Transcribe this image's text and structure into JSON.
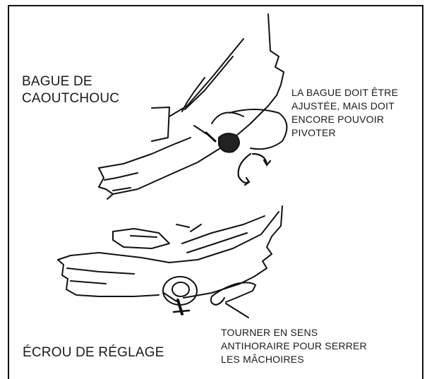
{
  "labels": {
    "rubber_ring": [
      "BAGUE DE",
      "CAOUTCHOUC"
    ],
    "ring_fit": [
      "LA BAGUE DOIT ÊTRE",
      "AJUSTÉE, MAIS DOIT",
      "ENCORE POUVOIR",
      "PIVOTER"
    ],
    "turn_instruction": [
      "TOURNER EN SENS",
      "ANTIHORAIRE POUR SERRER",
      "LES MÂCHOIRES"
    ],
    "adjusting_nut": "ÉCROU DE RÉGLAGE"
  },
  "icons": [
    "upper-jaw-drawing-icon",
    "rotation-arrow-icon",
    "lower-jaw-drawing-icon",
    "adjusting-nut-icon"
  ]
}
